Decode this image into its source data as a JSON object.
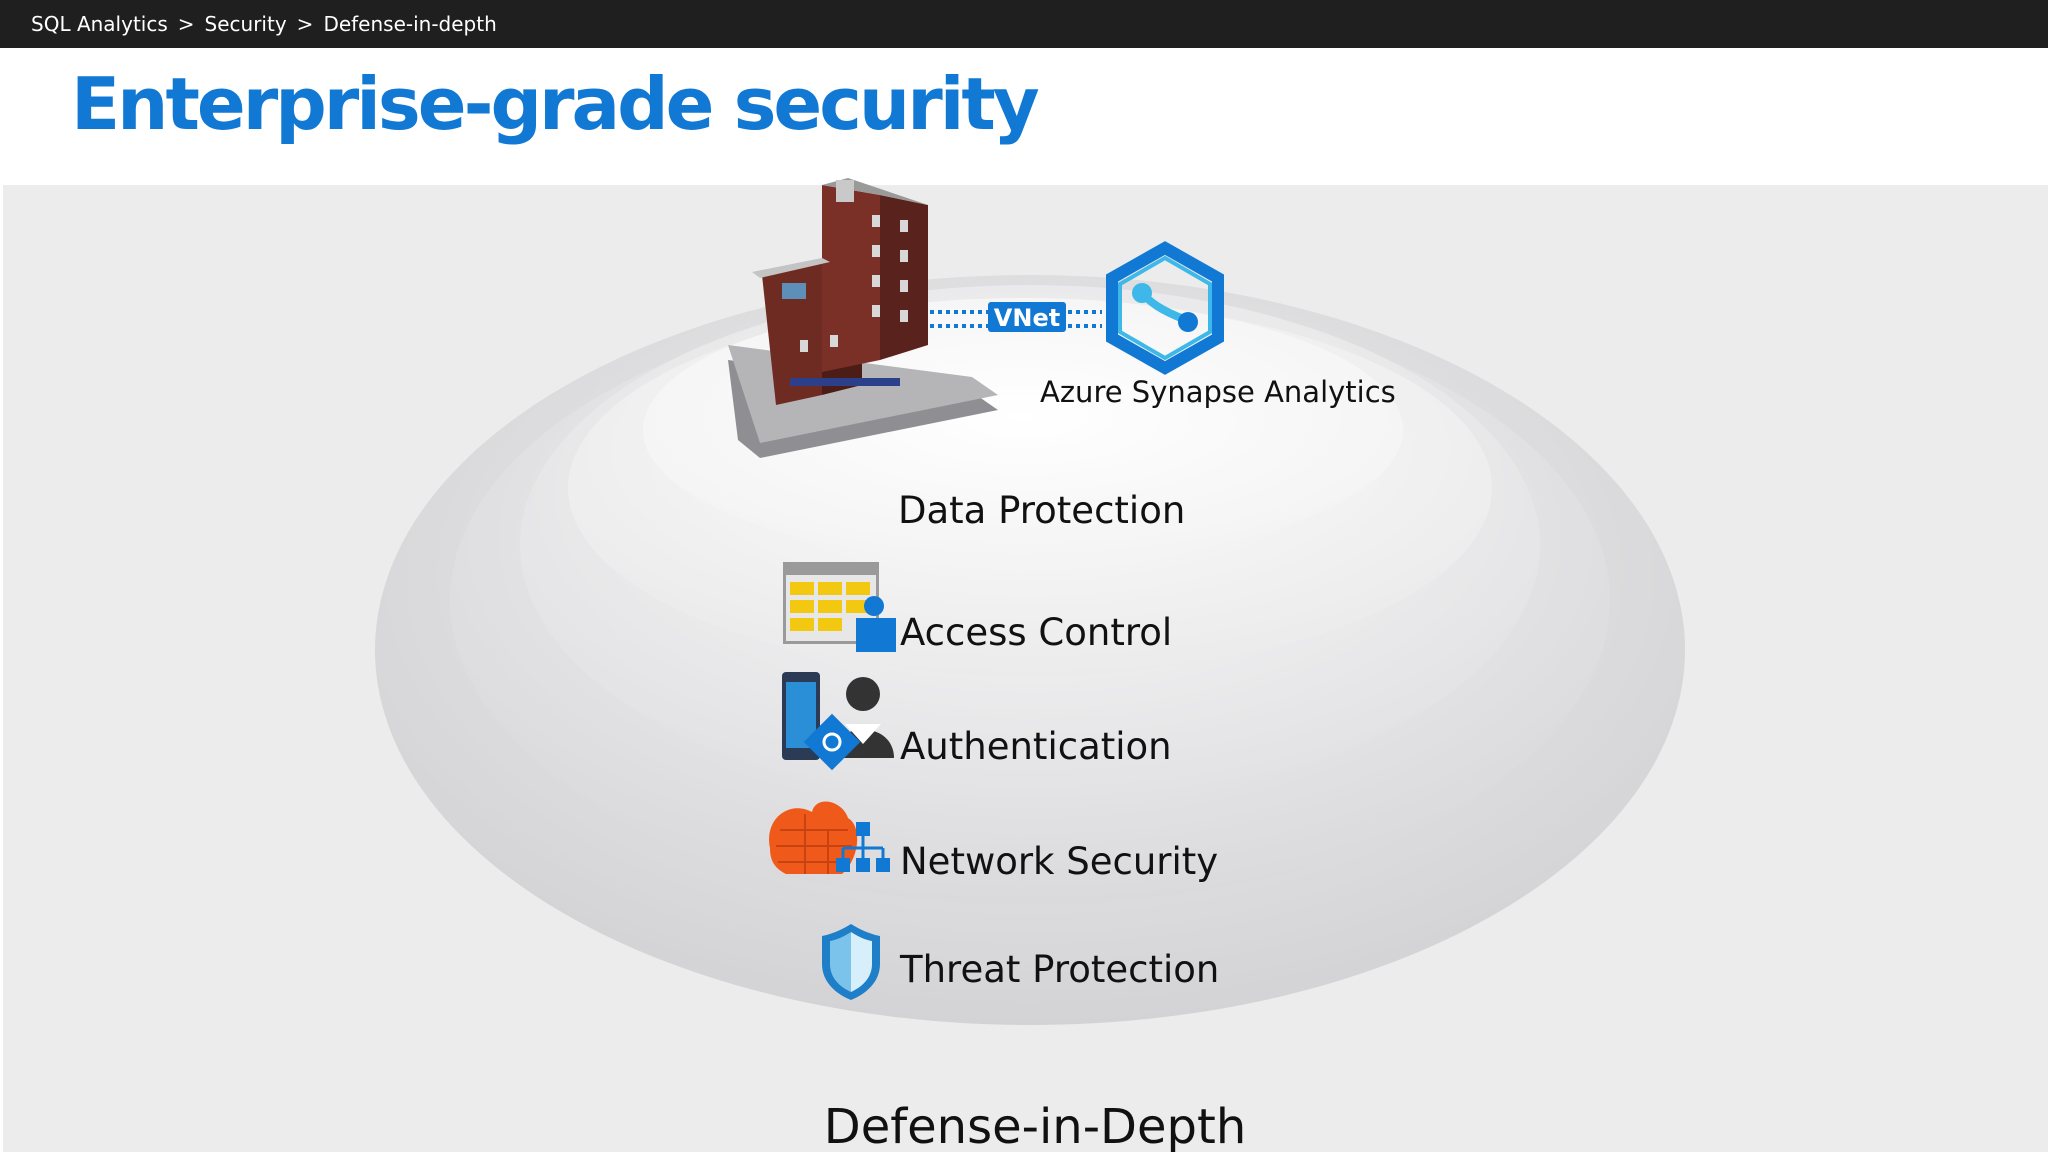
{
  "breadcrumb": [
    "SQL Analytics",
    "Security",
    "Defense-in-depth"
  ],
  "breadcrumb_separator": ">",
  "title": "Enterprise-grade security",
  "diagram": {
    "vnet_label": "VNet",
    "service_label": "Azure Synapse Analytics",
    "layers": [
      "Data Protection",
      "Access Control",
      "Authentication",
      "Network Security",
      "Threat Protection"
    ],
    "footer": "Defense-in-Depth",
    "icons": [
      "building-icon",
      "synapse-icon",
      "access-control-icon",
      "authentication-icon",
      "firewall-icon",
      "shield-icon"
    ]
  },
  "colors": {
    "title": "#1179d4",
    "topbar": "#1f1f1f",
    "vnet": "#1179d4"
  }
}
